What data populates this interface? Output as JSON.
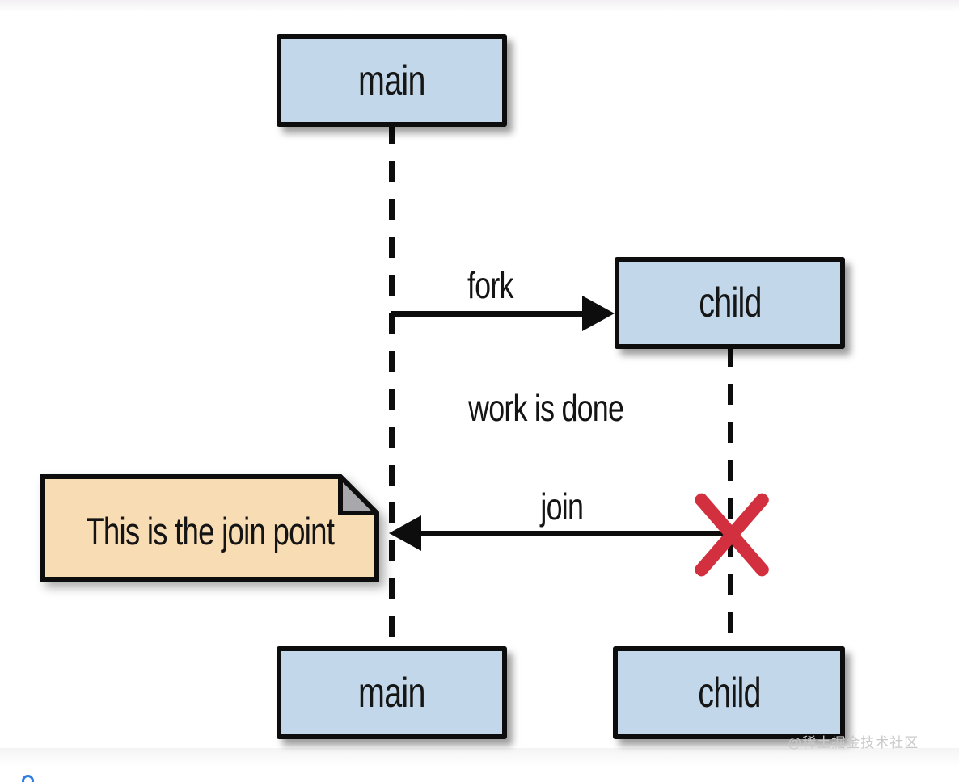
{
  "watermark": "@稀土掘金技术社区",
  "sequence_diagram": {
    "type": "uml-sequence",
    "lifelines": [
      {
        "name": "main",
        "start_label": "main",
        "end_label": "main"
      },
      {
        "name": "child",
        "start_label": "child",
        "end_label": "child"
      }
    ],
    "messages": [
      {
        "label": "fork",
        "from": "main",
        "to": "child",
        "direction": "right"
      },
      {
        "label": "join",
        "from": "child",
        "to": "main",
        "direction": "left",
        "terminates_child": true
      }
    ],
    "annotation": "work is done",
    "note": "This is the join point",
    "colors": {
      "actor_fill": "#c2d8ea",
      "actor_border": "#0d0d0d",
      "note_fill": "#f8dcb4",
      "note_fold": "#a8a8ac",
      "terminate_x": "#d2303e",
      "watermark_text": "#c9c9c9"
    }
  }
}
